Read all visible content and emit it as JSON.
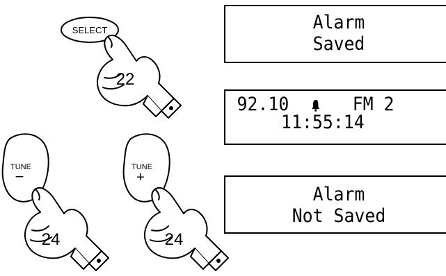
{
  "buttons": {
    "select": "SELECT",
    "tune_down": "TUNE",
    "tune_down_symbol": "−",
    "tune_up": "TUNE",
    "tune_up_symbol": "+"
  },
  "step_numbers": {
    "select": "22",
    "tune_down": "24",
    "tune_up": "24"
  },
  "displays": {
    "saved": {
      "line1": "Alarm",
      "line2": "Saved"
    },
    "radio": {
      "freq": "92.10",
      "band": "FM 2",
      "time": "11:55:14",
      "icon": "bell-icon"
    },
    "not_saved": {
      "line1": "Alarm",
      "line2": "Not Saved"
    }
  }
}
